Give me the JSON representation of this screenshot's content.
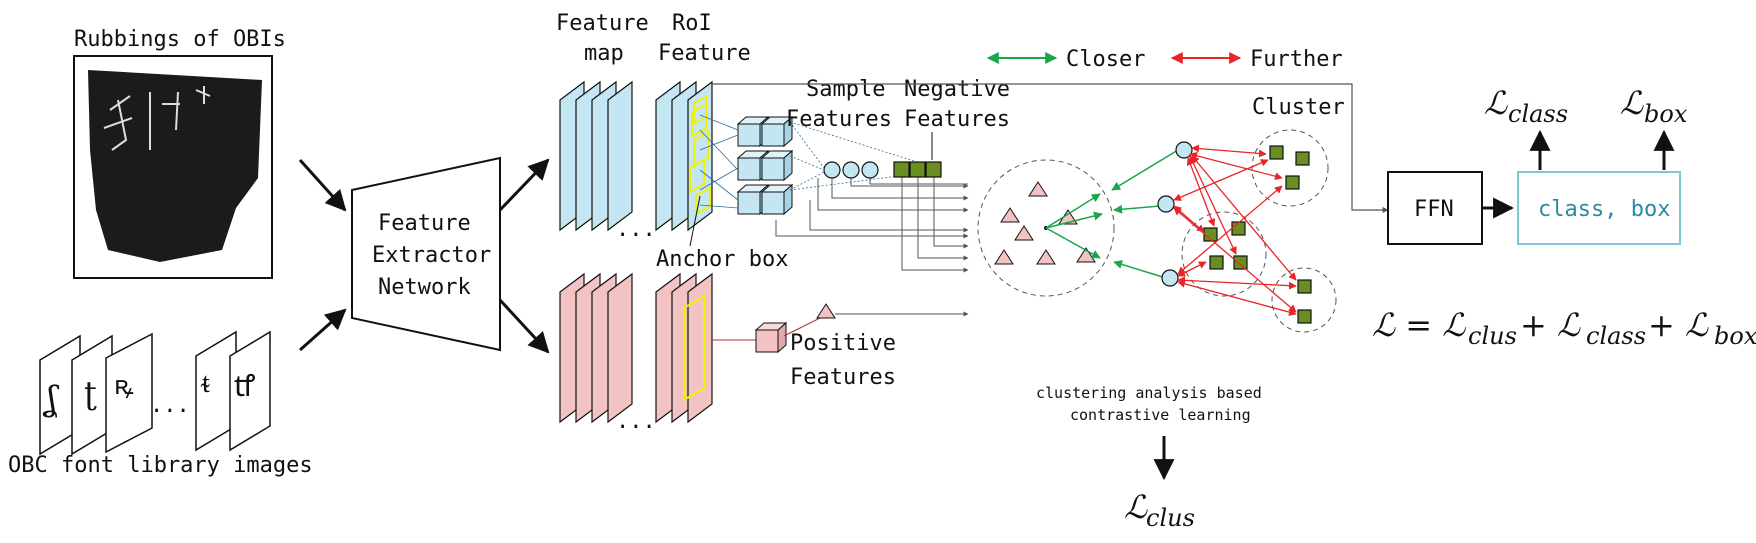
{
  "labels": {
    "rubbings_title": "Rubbings of OBIs",
    "font_library": "OBC font library images",
    "dots_font": "...",
    "extractor_line1": "Feature",
    "extractor_line2": "Extractor",
    "extractor_line3": "Network",
    "feature_map_line1": "Feature",
    "feature_map_line2": "map",
    "roi_line1": "RoI",
    "roi_line2": "Feature",
    "dots_top": "...",
    "dots_bottom": "...",
    "sample_line1": "Sample",
    "sample_line2": "Features",
    "negative_line1": "Negative",
    "negative_line2": "Features",
    "anchor_box": "Anchor box",
    "positive_line1": "Positive",
    "positive_line2": "Features",
    "closer": "Closer",
    "further": "Further",
    "cluster": "Cluster",
    "clustering_line1": "clustering analysis based",
    "clustering_line2": "contrastive learning",
    "ffn": "FFN",
    "class_box": "class, box",
    "loss_class_base": "ℒ",
    "loss_class_sub": "class",
    "loss_box_base": "ℒ",
    "loss_box_sub": "box",
    "loss_clus_base": "ℒ",
    "loss_clus_sub": "clus",
    "total_loss": "ℒ = ℒ",
    "total_clus": "clus",
    "total_plus1": " + ℒ",
    "total_class": "class",
    "total_plus2": " + ℒ",
    "total_box": "box"
  },
  "colors": {
    "blue_map": "#c3e6f2",
    "pink_map": "#f3c3c3",
    "green_arrow": "#1aa64a",
    "red_arrow": "#e8262a",
    "neg_square": "#6b8e23",
    "anchor_yellow": "#f2f200",
    "class_box_border": "#7fc6d9",
    "class_text": "#2a8aa6"
  }
}
